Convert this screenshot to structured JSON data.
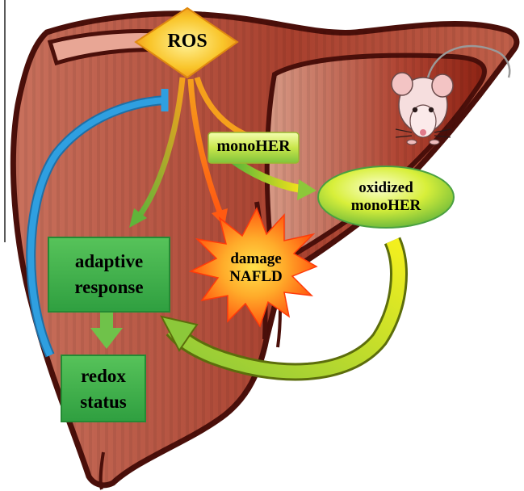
{
  "nodes": {
    "ros": "ROS",
    "monoher": "monoHER",
    "oxidized": [
      "oxidized",
      "monoHER"
    ],
    "damage": [
      "damage",
      "NAFLD"
    ],
    "adaptive": [
      "adaptive",
      "response"
    ],
    "redox": [
      "redox",
      "status"
    ]
  },
  "colors": {
    "liver_fill": "#b5533f",
    "liver_outline": "#4a0f0a",
    "green_box": "#3cb34a",
    "ros_diamond": "#f7b21c",
    "inhibit_arrow": "#2f9fe0",
    "yellow_arrow": "#e6e81c",
    "damage_star": "#ff6a12"
  },
  "icons": [
    "mouse-icon"
  ]
}
